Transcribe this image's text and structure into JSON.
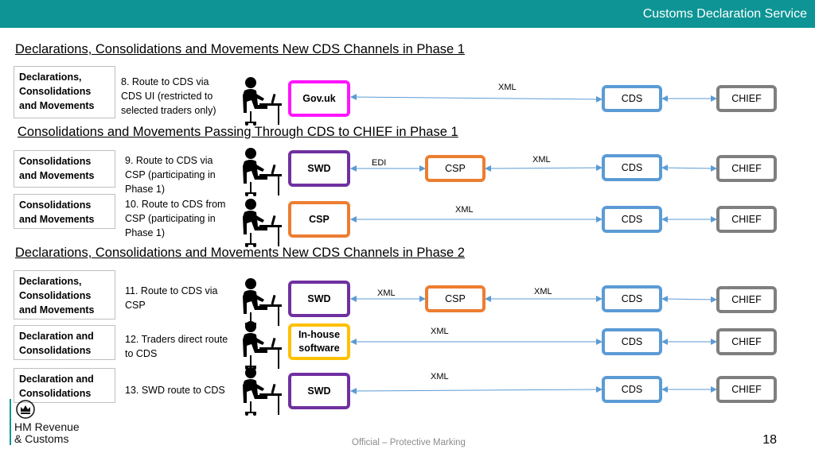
{
  "header": {
    "title": "Customs Declaration Service"
  },
  "sections": [
    {
      "heading": "Declarations, Consolidations and Movements New CDS Channels in Phase 1"
    },
    {
      "heading": "Consolidations and Movements Passing Through CDS to CHIEF in Phase 1"
    },
    {
      "heading": "Declarations, Consolidations and Movements New CDS Channels in Phase 2"
    }
  ],
  "rows": [
    {
      "label": "Declarations, Consolidations and Movements",
      "description": "8. Route to CDS via CDS UI (restricted to selected traders only)",
      "source": "Gov.uk",
      "link1": "XML",
      "target": "CDS",
      "final": "CHIEF"
    },
    {
      "label": "Consolidations and Movements",
      "description": "9. Route to CDS via CSP (participating in Phase 1)",
      "source": "SWD",
      "link1": "EDI",
      "middle": "CSP",
      "link2": "XML",
      "target": "CDS",
      "final": "CHIEF"
    },
    {
      "label": "Consolidations and Movements",
      "description": "10. Route to CDS from CSP (participating in Phase 1)",
      "source": "CSP",
      "link1": "XML",
      "target": "CDS",
      "final": "CHIEF"
    },
    {
      "label": "Declarations, Consolidations and Movements",
      "description": "11. Route to CDS via CSP",
      "source": "SWD",
      "link1": "XML",
      "middle": "CSP",
      "link2": "XML",
      "target": "CDS",
      "final": "CHIEF"
    },
    {
      "label": "Declaration and Consolidations",
      "description": "12.  Traders direct route to CDS",
      "source": "In-house software",
      "link1": "XML",
      "target": "CDS",
      "final": "CHIEF"
    },
    {
      "label": "Declaration and Consolidations",
      "description": "13. SWD route to CDS",
      "source": "SWD",
      "link1": "XML",
      "target": "CDS",
      "final": "CHIEF"
    }
  ],
  "colors": {
    "header": "#0e9494",
    "govuk": "#ff14ff",
    "swd": "#7030a0",
    "csp": "#ed7d31",
    "cds": "#5b9bd5",
    "chief": "#7f7f7f",
    "inhouse": "#ffc000"
  },
  "icons": {
    "person": "person-at-computer-icon",
    "logo": "crown-crest-icon"
  },
  "logo": {
    "text": "HM Revenue\n& Customs"
  },
  "footer": {
    "marking": "Official – Protective Marking",
    "page_number": "18"
  }
}
